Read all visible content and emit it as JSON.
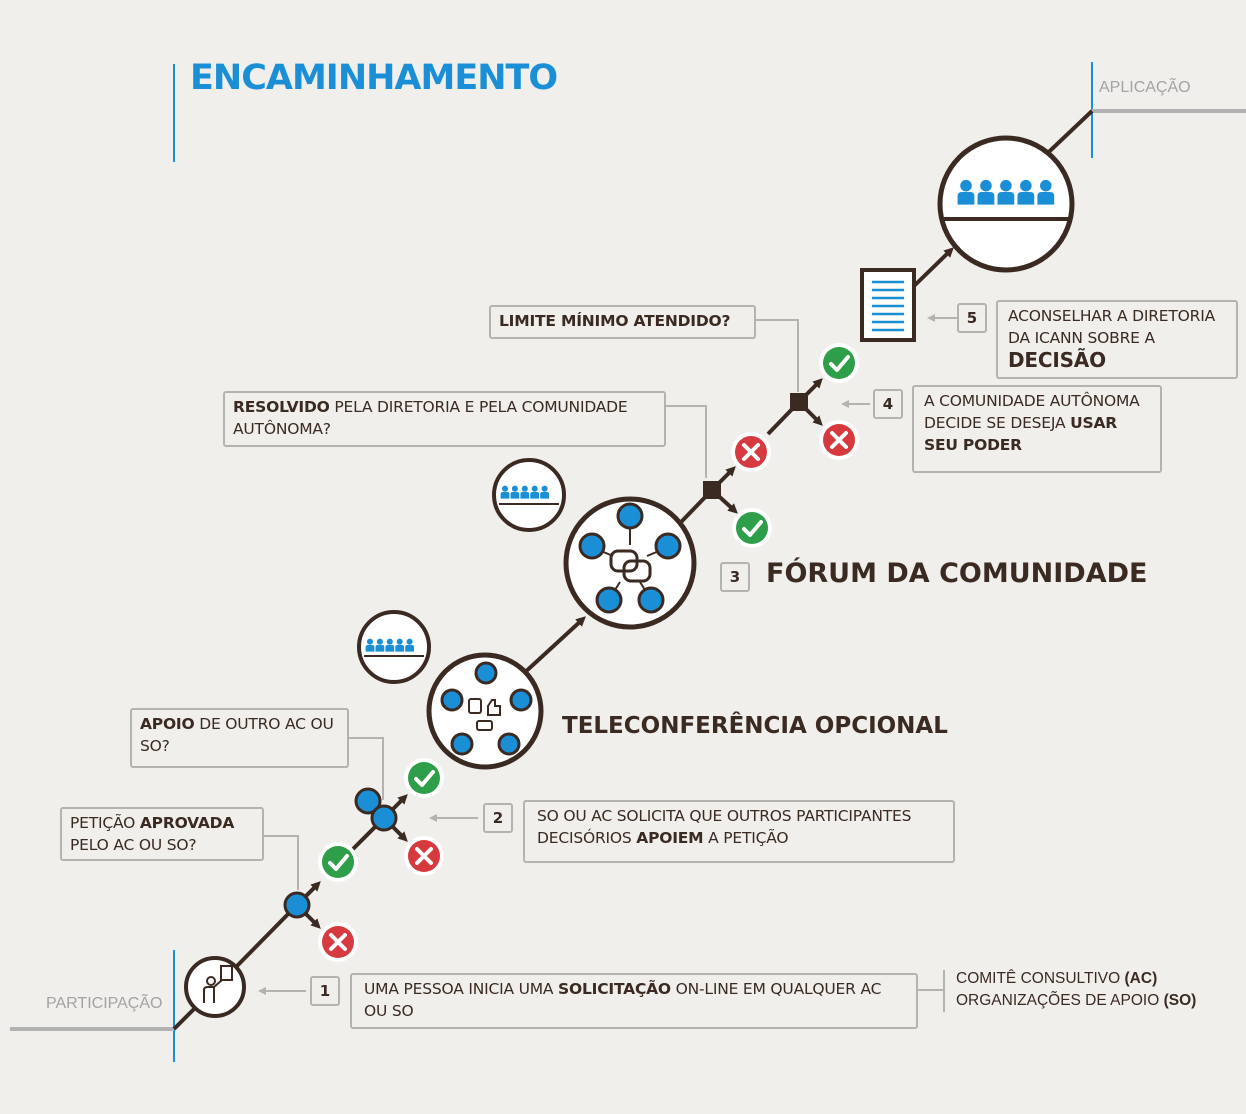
{
  "title": "ENCAMINHAMENTO",
  "corner_labels": {
    "start": "PARTICIPAÇÃO",
    "end": "APLICAÇÃO"
  },
  "steps": [
    {
      "number": "1",
      "parts": [
        [
          "UMA PESSOA INICIA UMA ",
          false
        ],
        [
          "SOLICITAÇÃO",
          true
        ],
        [
          " ON-LINE EM QUALQUER AC OU SO",
          false
        ]
      ]
    },
    {
      "number": "2",
      "parts": [
        [
          "SO OU AC SOLICITA QUE OUTROS PARTICIPANTES DECISÓRIOS ",
          false
        ],
        [
          "APOIEM",
          true
        ],
        [
          " A PETIÇÃO",
          false
        ]
      ]
    },
    {
      "number": "3",
      "label": "FÓRUM DA COMUNIDADE"
    },
    {
      "number": "4",
      "parts": [
        [
          "A COMUNIDADE AUTÔNOMA DECIDE SE DESEJA ",
          false
        ],
        [
          "USAR SEU PODER",
          true
        ]
      ]
    },
    {
      "number": "5",
      "parts": [
        [
          "ACONSELHAR A DIRETORIA DA ICANN SOBRE A ",
          false
        ],
        [
          "DECISÃO",
          true
        ]
      ]
    }
  ],
  "optional_stage": "TELECONFERÊNCIA OPCIONAL",
  "questions": {
    "petition": [
      [
        "PETIÇÃO ",
        false
      ],
      [
        "APROVADA",
        true
      ],
      [
        " PELO AC OU SO?",
        false
      ]
    ],
    "support": [
      [
        "APOIO",
        true
      ],
      [
        " DE OUTRO AC OU SO?",
        false
      ]
    ],
    "resolved": [
      [
        "RESOLVIDO",
        true
      ],
      [
        " PELA DIRETORIA E PELA COMUNIDADE AUTÔNOMA?",
        false
      ]
    ],
    "threshold": [
      [
        "LIMITE MÍNIMO ATENDIDO?",
        true
      ]
    ]
  },
  "legend": {
    "line1": [
      [
        "COMITÊ CONSULTIVO ",
        false
      ],
      [
        "(AC)",
        true
      ]
    ],
    "line2": [
      [
        "ORGANIZAÇÕES DE APOIO ",
        false
      ],
      [
        "(SO)",
        true
      ]
    ]
  },
  "colors": {
    "accent_blue": "#1b8fd6",
    "dark_line": "#3a2a22",
    "check_green": "#2e9e48",
    "cross_red": "#d63a3f",
    "box_border": "#b5b3b0",
    "background": "#f0efec"
  }
}
